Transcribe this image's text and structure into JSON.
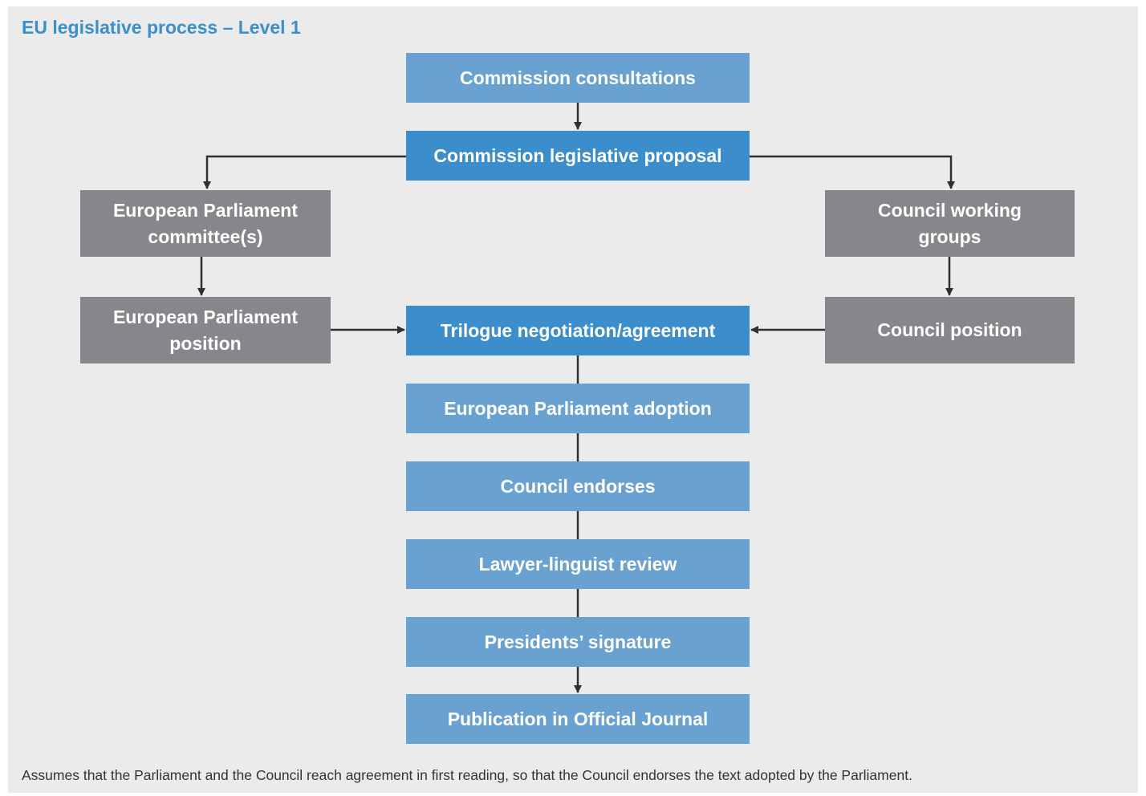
{
  "title": "EU legislative process – Level 1",
  "nodes": {
    "commission_consultations": "Commission consultations",
    "commission_proposal": "Commission legislative proposal",
    "ep_committees": [
      "European Parliament",
      "committee(s)"
    ],
    "council_working_groups": [
      "Council working",
      "groups"
    ],
    "ep_position": [
      "European Parliament",
      "position"
    ],
    "trilogue": "Trilogue negotiation/agreement",
    "council_position": "Council position",
    "ep_adoption": "European Parliament adoption",
    "council_endorses": "Council endorses",
    "lawyer_linguist": "Lawyer-linguist review",
    "presidents_signature": "Presidents’ signature",
    "publication": "Publication in Official Journal"
  },
  "footnote": "Assumes that the Parliament and the Council reach agreement in first reading, so that the Council endorses the text adopted by the Parliament.",
  "colors": {
    "background": "#ebebeb",
    "title": "#3a8fcc",
    "box_light_blue": "#69a2d0",
    "box_strong_blue": "#3b8ecb",
    "box_grey": "#86878a",
    "connector": "#2f3036"
  }
}
